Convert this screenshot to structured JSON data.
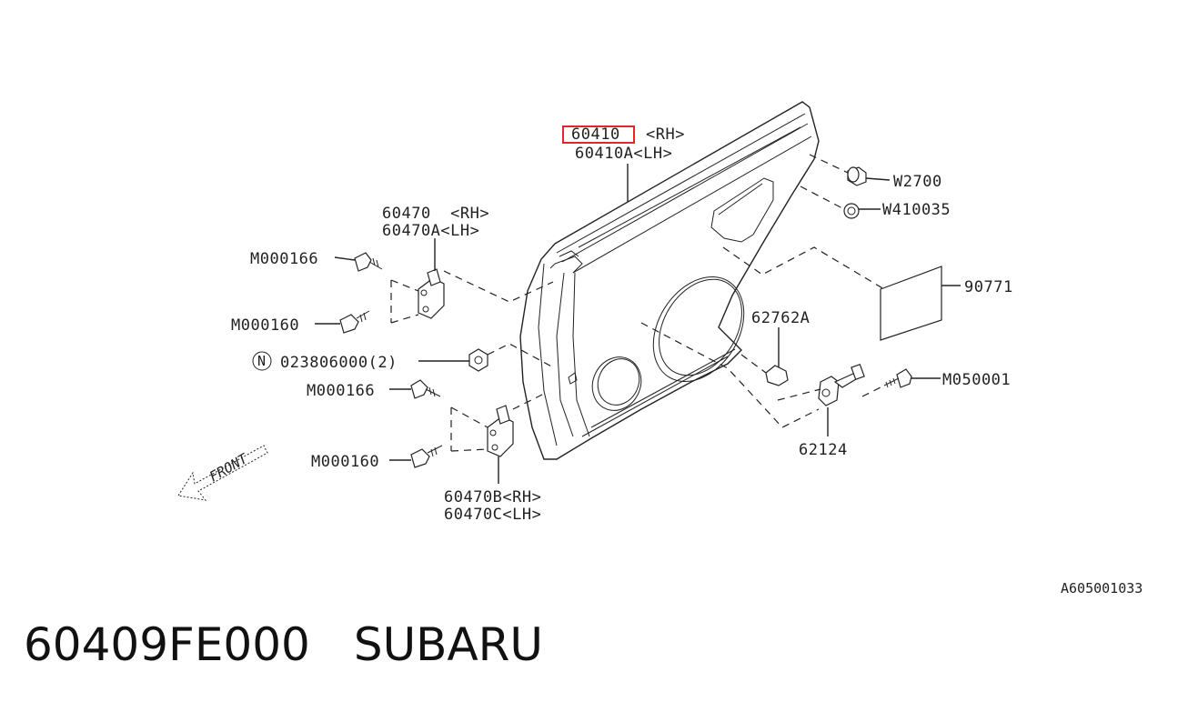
{
  "callouts": {
    "door_rh": "60410",
    "door_rh_side": "<RH>",
    "door_lh": "60410A<LH>",
    "w2700": "W2700",
    "w410035": "W410035",
    "p90771": "90771",
    "p62762a": "62762A",
    "m050001": "M050001",
    "p62124": "62124",
    "hinge_upper_rh": "60470  <RH>",
    "hinge_upper_lh": "60470A<LH>",
    "m000166_upper": "M000166",
    "m000160_upper": "M000160",
    "nut_symbol": "N",
    "nut_part": "023806000(2)",
    "m000166_lower": "M000166",
    "m000160_lower": "M000160",
    "hinge_lower_rh": "60470B<RH>",
    "hinge_lower_lh": "60470C<LH>",
    "front": "FRONT"
  },
  "diagram_code": "A605001033",
  "caption": {
    "part_number": "60409FE000",
    "brand": "SUBARU"
  },
  "colors": {
    "highlight": "#e0262b",
    "ink": "#222222"
  }
}
